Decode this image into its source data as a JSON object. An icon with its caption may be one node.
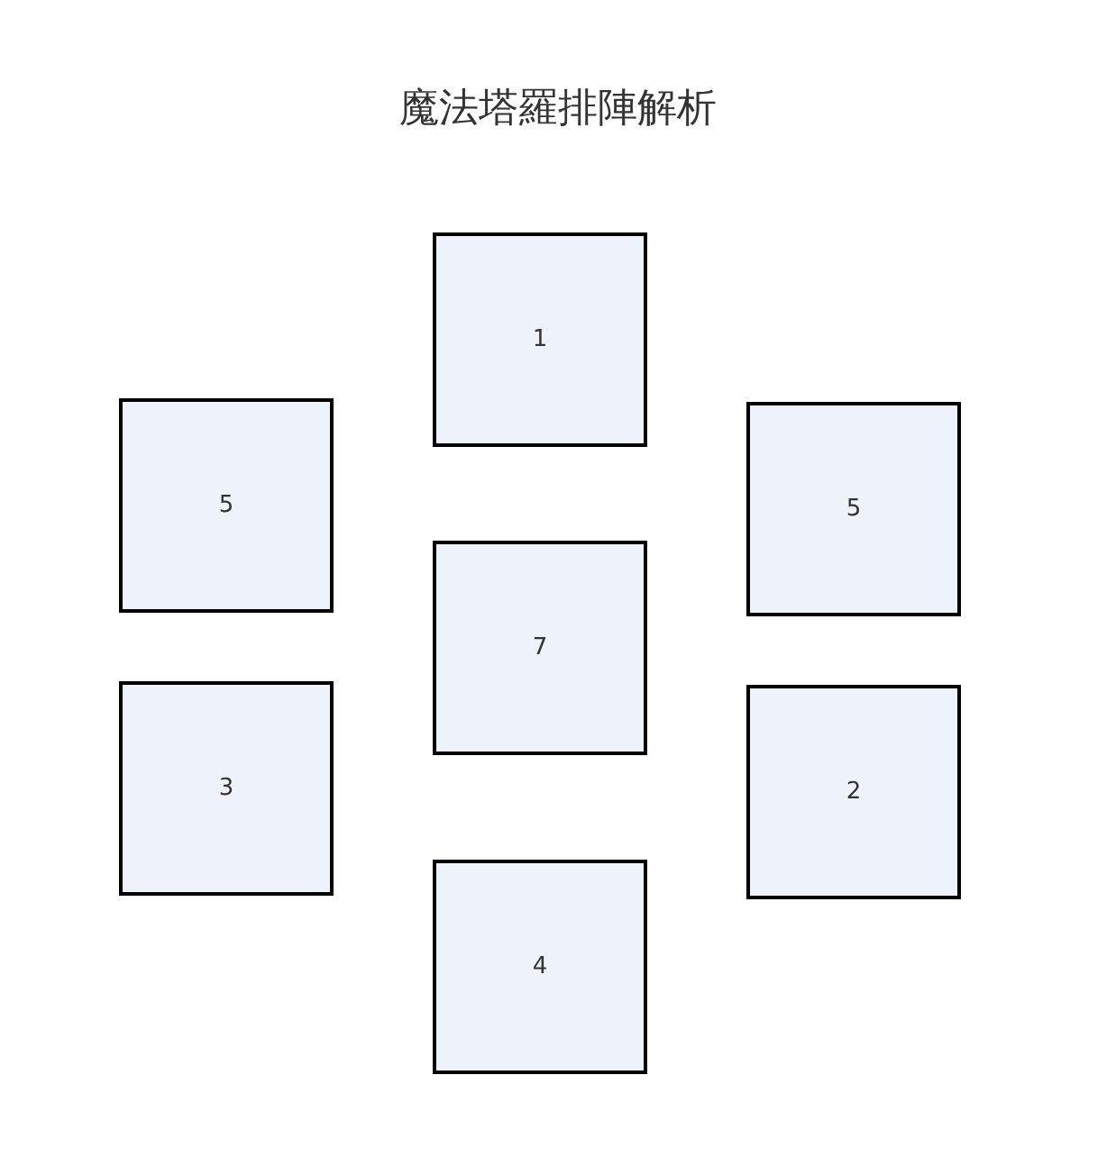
{
  "diagram": {
    "title": "魔法塔羅排陣解析",
    "nodes": [
      {
        "text": [
          "1"
        ]
      },
      {
        "text": [
          "5"
        ]
      },
      {
        "text": [
          "5"
        ]
      },
      {
        "text": [
          "7"
        ]
      },
      {
        "text": [
          "3"
        ]
      },
      {
        "text": [
          "2"
        ]
      },
      {
        "text": [
          "4"
        ]
      }
    ]
  }
}
